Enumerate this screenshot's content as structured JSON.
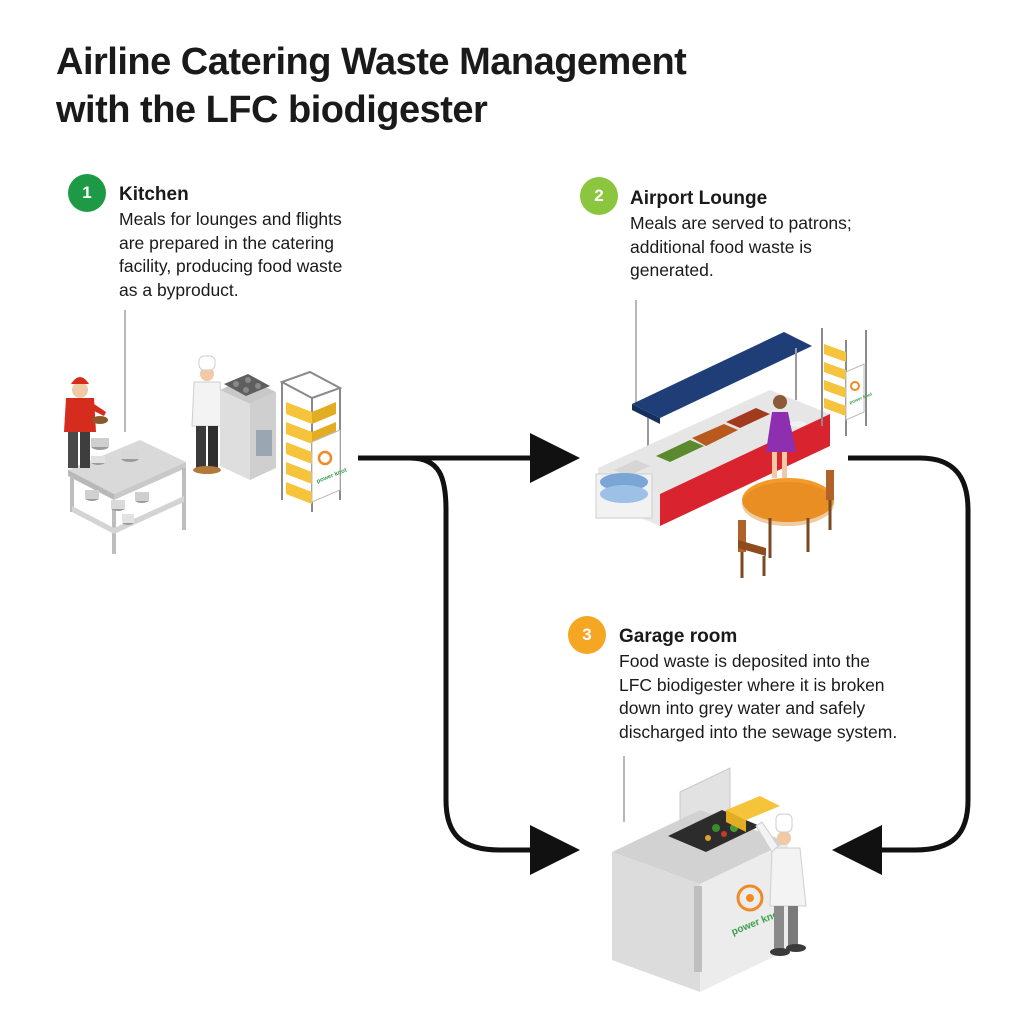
{
  "title": {
    "lines": [
      "Airline Catering Waste Management",
      "with the LFC biodigester"
    ]
  },
  "colors": {
    "step1": "#1e9a46",
    "step2": "#8cc63f",
    "step3": "#f5a623",
    "arrow": "#111111",
    "brand_orange": "#f08a24",
    "brand_green": "#3aa24a"
  },
  "steps": [
    {
      "number": "1",
      "title": "Kitchen",
      "description": [
        "Meals for lounges and flights",
        "are prepared in the catering",
        "facility, producing food waste",
        "as a byproduct."
      ]
    },
    {
      "number": "2",
      "title": "Airport Lounge",
      "description": [
        "Meals are served to patrons;",
        "additional food waste is",
        "generated."
      ]
    },
    {
      "number": "3",
      "title": "Garage room",
      "description": [
        "Food waste is deposited into the",
        "LFC biodigester where it is broken",
        "down into grey water and safely",
        "discharged into the sewage system."
      ]
    }
  ],
  "brand": {
    "kitchen_rack_logo": "power knot",
    "lounge_rack_logo": "power knot",
    "biodigester_logo": "power knot"
  },
  "icons": {
    "kitchen": "kitchen-scene-icon",
    "lounge": "lounge-scene-icon",
    "garage": "biodigester-scene-icon"
  }
}
